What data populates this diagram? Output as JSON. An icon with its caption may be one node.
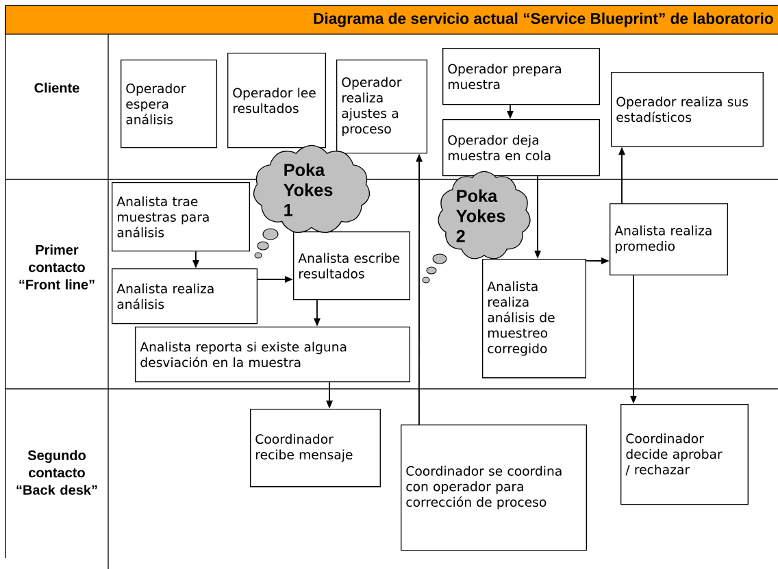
{
  "diagram": {
    "title": "Diagrama de servicio actual “Service Blueprint” de laboratorio",
    "nodes": [
      {
        "text": [
          "Operador espera análisis"
        ]
      },
      {
        "text": [
          "Operador lee resultados"
        ]
      },
      {
        "text": [
          "Operador realiza ajustes a proceso"
        ]
      },
      {
        "text": [
          "Operador prepara muestra"
        ]
      },
      {
        "text": [
          "Operador deja muestra en cola"
        ]
      },
      {
        "text": [
          "Operador realiza sus estadísticos"
        ]
      },
      {
        "text": [
          "Analista trae muestras para análisis"
        ]
      },
      {
        "text": [
          "Analista realiza análisis"
        ]
      },
      {
        "text": [
          "Analista escribe resultados"
        ]
      },
      {
        "text": [
          "Analista reporta si existe alguna desviación en la muestra"
        ]
      },
      {
        "text": [
          "Analista realiza análisis de muestreo corregido"
        ]
      },
      {
        "text": [
          "Analista realiza promedio"
        ]
      },
      {
        "text": [
          "Coordinador recibe mensaje"
        ]
      },
      {
        "text": [
          "Coordinador se coordina con operador para corrección de proceso"
        ]
      },
      {
        "text": [
          "Coordinador decide aprobar / rechazar"
        ]
      },
      {
        "text": [
          "Poka Yokes 1"
        ]
      },
      {
        "text": [
          "Poka Yokes 2"
        ]
      }
    ],
    "edges": [
      {
        "from": 3,
        "to": 4,
        "arrow": "to"
      },
      {
        "from": 6,
        "to": 7,
        "arrow": "to"
      },
      {
        "from": 7,
        "to": 8,
        "arrow": "to"
      },
      {
        "from": 8,
        "to": 9,
        "arrow": "to"
      },
      {
        "from": 9,
        "to": 12,
        "arrow": "to"
      },
      {
        "from": 13,
        "to": 2,
        "arrow": "to"
      },
      {
        "from": 4,
        "to": 10,
        "arrow": "to"
      },
      {
        "from": 10,
        "to": 11,
        "arrow": "to"
      },
      {
        "from": 11,
        "to": 5,
        "arrow": "to"
      },
      {
        "from": 11,
        "to": 14,
        "arrow": "to"
      }
    ],
    "labels": [
      "Cliente",
      "Primer contacto “Front line”",
      "Segundo contacto “Back desk”"
    ]
  }
}
